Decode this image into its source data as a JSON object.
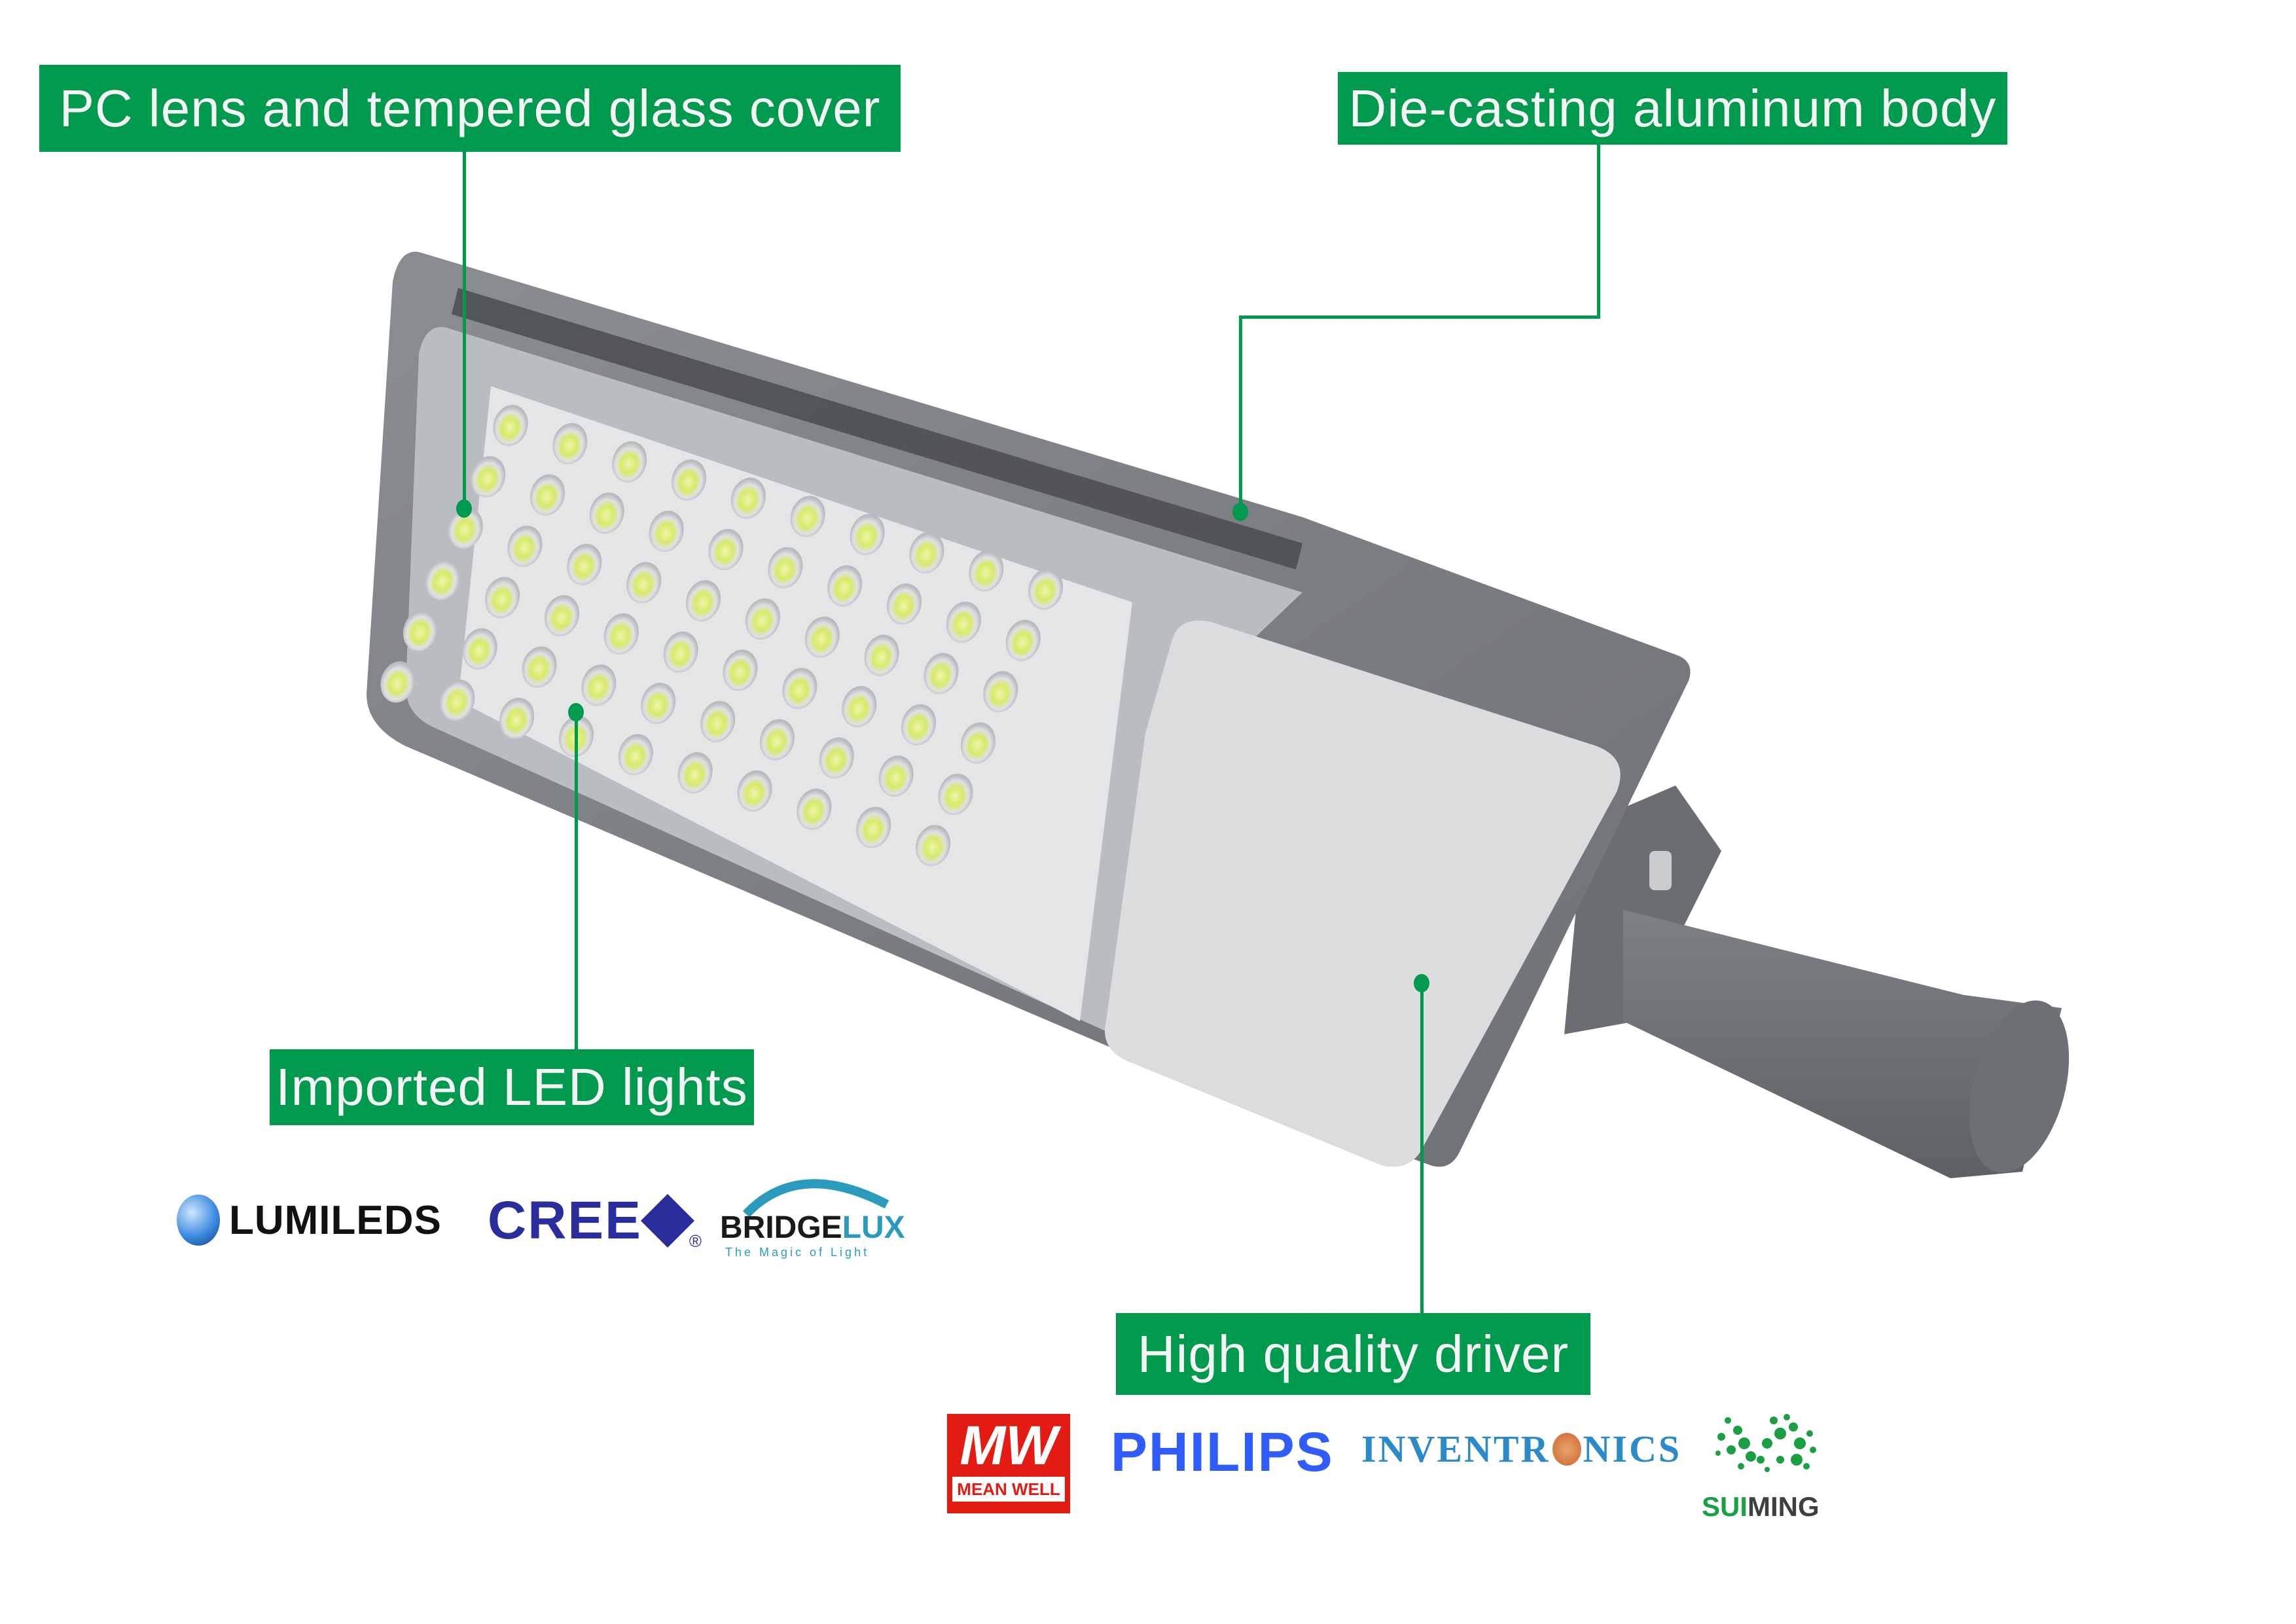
{
  "callouts": {
    "lens": {
      "label": "PC lens and tempered glass cover"
    },
    "body": {
      "label": "Die-casting aluminum body"
    },
    "led": {
      "label": "Imported LED lights"
    },
    "driver": {
      "label": "High quality  driver"
    }
  },
  "led_brands": {
    "lumileds": "LUMILEDS",
    "cree": "CREE",
    "bridgelux": {
      "name_a": "BRIDGE",
      "name_b": "LUX",
      "tagline": "The Magic of Light"
    }
  },
  "driver_brands": {
    "meanwell": {
      "mark": "MW",
      "name": "MEAN WELL"
    },
    "philips": "PHILIPS",
    "inventronics": {
      "a": "INVENTR",
      "b": "NICS"
    },
    "suiming": {
      "a": "SUI",
      "b": "MING"
    }
  },
  "colors": {
    "accent_green": "#009a4e",
    "housing_gray": "#7b7e82",
    "lens_gray": "#d9dcdf",
    "philips_blue": "#2f5bff",
    "cree_blue": "#2a2d9c",
    "meanwell_red": "#e31b13"
  }
}
